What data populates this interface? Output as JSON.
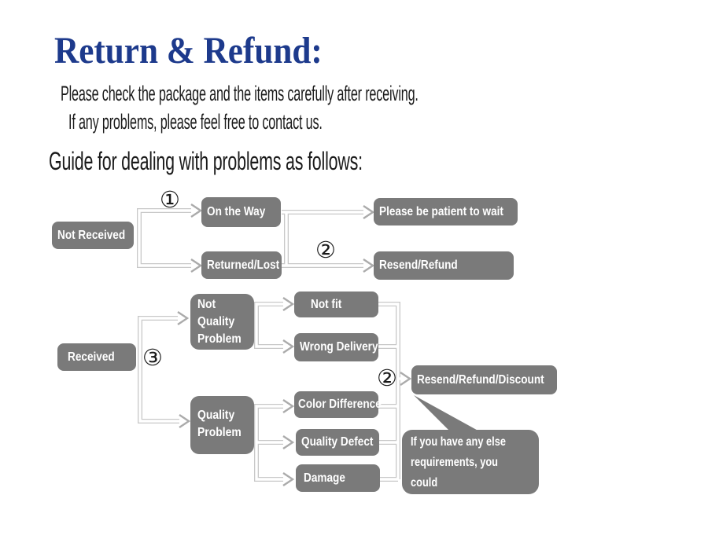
{
  "colors": {
    "title_blue": "#1d3a8c",
    "box_gray": "#7a7a7a",
    "connector_gray": "#c8c8c8",
    "arrow_gray": "#ababab",
    "text_dark": "#1a1a1a"
  },
  "header": {
    "title": "Return & Refund:",
    "line1": "Please check the package and the items carefully after receiving.",
    "line2": "If any problems, please feel free to contact us.",
    "guide": "Guide for dealing with problems as follows:"
  },
  "flow": {
    "not_received": "Not Received",
    "on_the_way": "On the Way",
    "returned_lost": "Returned/Lost",
    "please_wait": "Please be patient to wait",
    "resend_refund": "Resend/Refund",
    "received": "Received",
    "not_quality_problem": "Not\nQuality\nProblem",
    "quality_problem": "Quality\nProblem",
    "not_fit": "Not fit",
    "wrong_delivery": "Wrong Delivery",
    "color_difference": "Color Difference",
    "quality_defect": "Quality Defect",
    "damage": "Damage",
    "resend_refund_discount": "Resend/Refund/Discount",
    "note_bubble": "If you have any else\nrequirements, you could\nalso tell us!",
    "markers": {
      "step1": "①",
      "step2": "②",
      "step3": "③"
    }
  }
}
